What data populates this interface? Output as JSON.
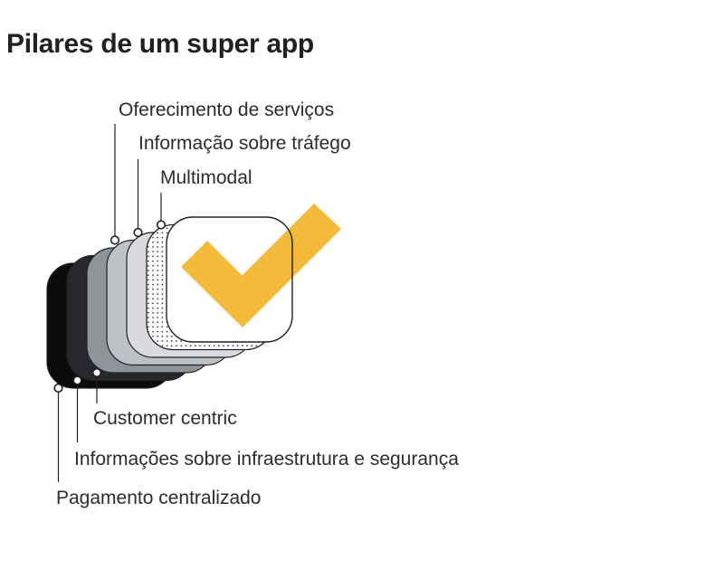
{
  "title": "Pilares de um super app",
  "labels": {
    "top": [
      "Oferecimento de serviços",
      "Informação sobre tráfego",
      "Multimodal"
    ],
    "bottom": [
      "Customer centric",
      "Informações sobre infraestrutura e segurança",
      "Pagamento centralizado"
    ]
  },
  "colors": {
    "checkmark": "#F4BB3B",
    "outline": "#202124",
    "text": "#2A2C2F",
    "cards": [
      "#0B0B0C",
      "#26282C",
      "#8F949A",
      "#BEC1C5",
      "#D9DBDE",
      "#FFFFFF",
      "#FFFFFF"
    ]
  }
}
